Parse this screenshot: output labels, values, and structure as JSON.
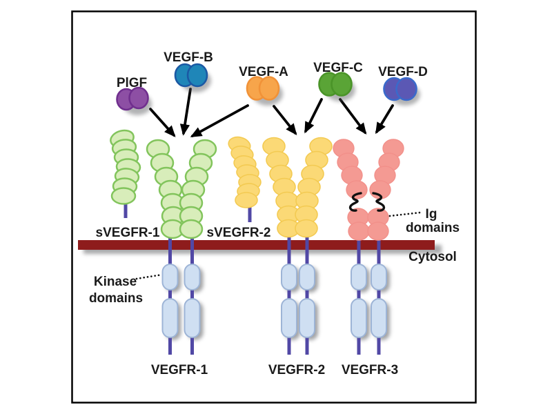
{
  "figure": {
    "type": "signaling-pathway-diagram",
    "topic": "VEGF ligands binding VEGF receptors at the cell membrane"
  },
  "ligands": [
    {
      "id": "plgf",
      "label": "PlGF",
      "fill": "#8d4fa4",
      "stroke": "#702f8e"
    },
    {
      "id": "vegf-b",
      "label": "VEGF-B",
      "fill": "#1f86b8",
      "stroke": "#1b59a4"
    },
    {
      "id": "vegf-a",
      "label": "VEGF-A",
      "fill": "#f7a54b",
      "stroke": "#f19238"
    },
    {
      "id": "vegf-c",
      "label": "VEGF-C",
      "fill": "#5aa436",
      "stroke": "#4a9428"
    },
    {
      "id": "vegf-d",
      "label": "VEGF-D",
      "fill": "#5b58b4",
      "stroke": "#3a6acb"
    }
  ],
  "receptors": [
    {
      "id": "vegfr1",
      "label": "VEGFR-1",
      "fill": "#d8edba",
      "stroke": "#82c45c",
      "chains": 2,
      "ig_domains_per_chain": 7
    },
    {
      "id": "vegfr2",
      "label": "VEGFR-2",
      "fill": "#fbd976",
      "stroke": "#f3ca52",
      "chains": 2,
      "ig_domains_per_chain": 7
    },
    {
      "id": "vegfr3",
      "label": "VEGFR-3",
      "fill": "#f49a93",
      "stroke": "#f2908a",
      "chains": 2,
      "ig_domains_per_chain": 6,
      "has_disulfide_squiggle": true
    }
  ],
  "soluble_receptors": [
    {
      "id": "svegfr1",
      "label": "sVEGFR-1",
      "ig_domains": 7
    },
    {
      "id": "svegfr2",
      "label": "sVEGFR-2",
      "ig_domains": 7
    }
  ],
  "annotations": {
    "ig_line1": "Ig",
    "ig_line2": "domains",
    "kinase_line1": "Kinase",
    "kinase_line2": "domains",
    "cytosol": "Cytosol"
  },
  "colors": {
    "background": "#ffffff",
    "frame_border": "#000000",
    "membrane": "#8e1c1c",
    "stem": "#5148a5",
    "kinase_fill": "#cfdff2",
    "kinase_stroke": "#9db4d6",
    "arrow": "#000000",
    "squiggle": "#111111",
    "dots": "#111111",
    "text": "#1a1a1a",
    "shadow": "#55565a"
  }
}
